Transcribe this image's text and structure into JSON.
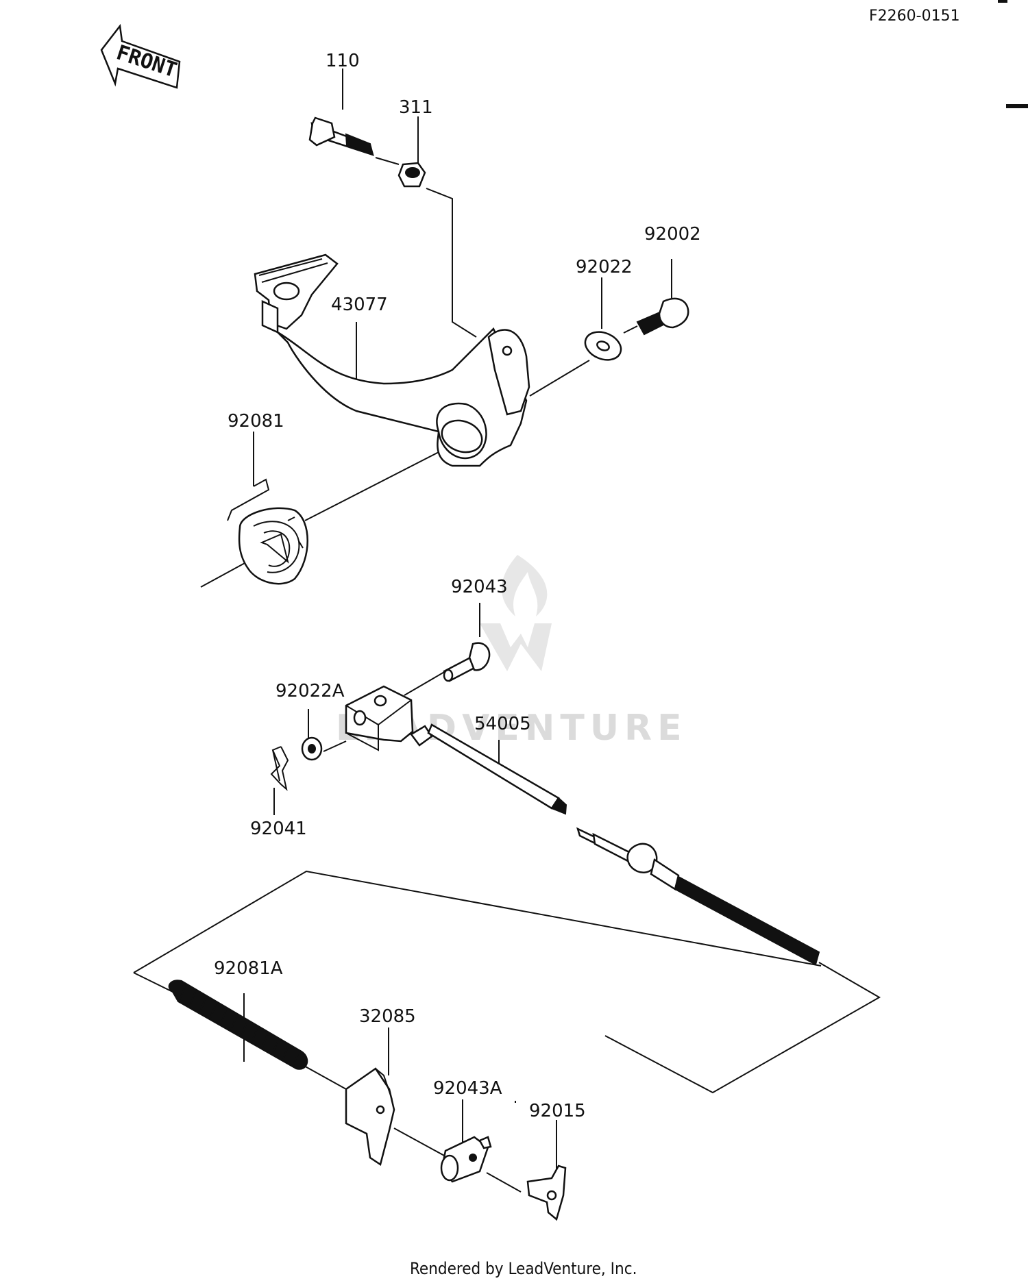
{
  "diagram_code": "F2260-0151",
  "front_arrow_label": "FRONT",
  "footer": "Rendered by LeadVenture, Inc.",
  "watermark": "LEADVENTURE",
  "parts": [
    {
      "id": "110",
      "label": "110"
    },
    {
      "id": "311",
      "label": "311"
    },
    {
      "id": "43077",
      "label": "43077"
    },
    {
      "id": "92022",
      "label": "92022"
    },
    {
      "id": "92002",
      "label": "92002"
    },
    {
      "id": "92081",
      "label": "92081"
    },
    {
      "id": "92043",
      "label": "92043"
    },
    {
      "id": "92022A",
      "label": "92022A"
    },
    {
      "id": "54005",
      "label": "54005"
    },
    {
      "id": "92041",
      "label": "92041"
    },
    {
      "id": "92081A",
      "label": "92081A"
    },
    {
      "id": "32085",
      "label": "32085"
    },
    {
      "id": "92043A",
      "label": "92043A"
    },
    {
      "id": "92015",
      "label": "92015"
    }
  ]
}
